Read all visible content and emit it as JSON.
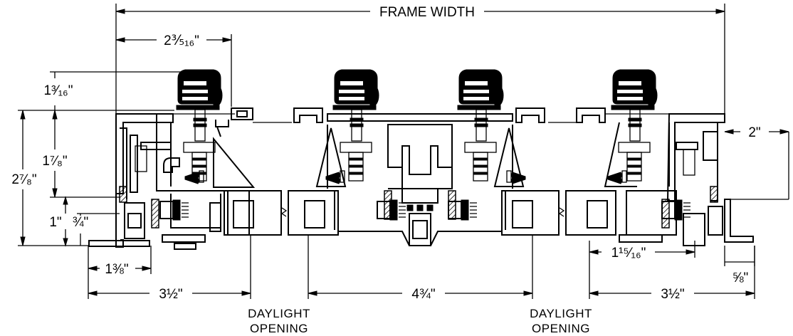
{
  "frame_width": "FRAME WIDTH",
  "dims": {
    "top_offset": "2⅗₁₆\"",
    "left_head": "1³⁄₁₆\"",
    "left_seven_eighths": "1⁷⁄₈\"",
    "left_total": "2⁷⁄₈\"",
    "left_one": "1\"",
    "left_three_quarter": "¾\"",
    "left_sill": "1⅜\"",
    "right_two": "2\"",
    "right_sill": "1¹⁵⁄₁₆\"",
    "right_five_eighths": "⅝\"",
    "bottom_left": "3½\"",
    "bottom_center": "4¾\"",
    "bottom_right": "3½\""
  },
  "captions": {
    "left": [
      "DAYLIGHT",
      "OPENING"
    ],
    "right": [
      "DAYLIGHT",
      "OPENING"
    ]
  }
}
